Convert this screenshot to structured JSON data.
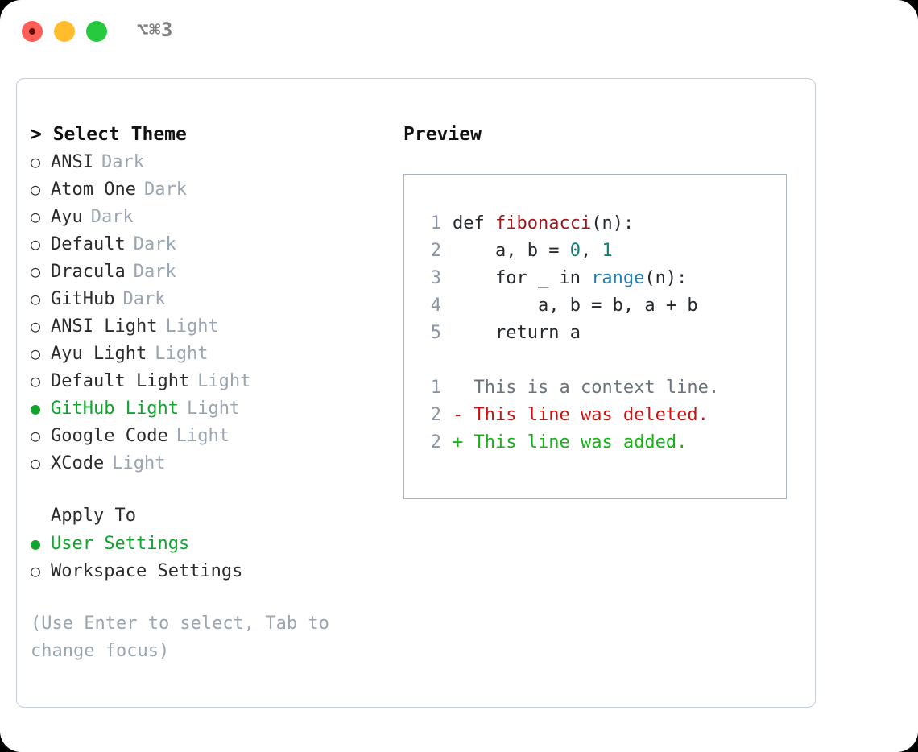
{
  "titlebar": {
    "shortcut": "⌥⌘3",
    "buttons": [
      {
        "name": "close",
        "color": "#ff5f56"
      },
      {
        "name": "minimize",
        "color": "#ffbd2e"
      },
      {
        "name": "zoom",
        "color": "#27c93f"
      }
    ]
  },
  "theme_list": {
    "header": "> Select Theme",
    "marker_selected": "●",
    "marker_unselected": "○",
    "items": [
      {
        "marker": "○",
        "name": "ANSI",
        "variant": "Dark",
        "selected": false
      },
      {
        "marker": "○",
        "name": "Atom One",
        "variant": "Dark",
        "selected": false
      },
      {
        "marker": "○",
        "name": "Ayu",
        "variant": "Dark",
        "selected": false
      },
      {
        "marker": "○",
        "name": "Default",
        "variant": "Dark",
        "selected": false
      },
      {
        "marker": "○",
        "name": "Dracula",
        "variant": "Dark",
        "selected": false
      },
      {
        "marker": "○",
        "name": "GitHub",
        "variant": "Dark",
        "selected": false
      },
      {
        "marker": "○",
        "name": "ANSI Light",
        "variant": "Light",
        "selected": false
      },
      {
        "marker": "○",
        "name": "Ayu Light",
        "variant": "Light",
        "selected": false
      },
      {
        "marker": "○",
        "name": "Default Light",
        "variant": "Light",
        "selected": false
      },
      {
        "marker": "●",
        "name": "GitHub Light",
        "variant": "Light",
        "selected": true
      },
      {
        "marker": "○",
        "name": "Google Code",
        "variant": "Light",
        "selected": false
      },
      {
        "marker": "○",
        "name": "XCode",
        "variant": "Light",
        "selected": false
      }
    ]
  },
  "apply_to": {
    "header": "Apply To",
    "items": [
      {
        "marker": "●",
        "name": "User Settings",
        "selected": true
      },
      {
        "marker": "○",
        "name": "Workspace Settings",
        "selected": false
      }
    ]
  },
  "hint": "(Use Enter to select, Tab to change focus)",
  "preview": {
    "title": "Preview",
    "code": [
      {
        "lineno": "1",
        "tokens": [
          {
            "text": "def ",
            "type": "plain"
          },
          {
            "text": "fibonacci",
            "type": "fn"
          },
          {
            "text": "(n):",
            "type": "plain"
          }
        ]
      },
      {
        "lineno": "2",
        "tokens": [
          {
            "text": "    a, b = ",
            "type": "plain"
          },
          {
            "text": "0",
            "type": "num"
          },
          {
            "text": ", ",
            "type": "plain"
          },
          {
            "text": "1",
            "type": "num"
          }
        ]
      },
      {
        "lineno": "3",
        "tokens": [
          {
            "text": "    for _ in ",
            "type": "plain"
          },
          {
            "text": "range",
            "type": "call"
          },
          {
            "text": "(n):",
            "type": "plain"
          }
        ]
      },
      {
        "lineno": "4",
        "tokens": [
          {
            "text": "        a, b = b, a + b",
            "type": "plain"
          }
        ]
      },
      {
        "lineno": "5",
        "tokens": [
          {
            "text": "    return a",
            "type": "plain"
          }
        ]
      }
    ],
    "diff": [
      {
        "lineno": "1",
        "sign": " ",
        "text": "This is a context line.",
        "type": "context"
      },
      {
        "lineno": "2",
        "sign": "-",
        "text": "This line was deleted.",
        "type": "deleted"
      },
      {
        "lineno": "2",
        "sign": "+",
        "text": "This line was added.",
        "type": "added"
      }
    ]
  },
  "colors": {
    "accent_selected": "#11a52e",
    "muted_text": "#9aa5b1",
    "lineno": "#8a96a3",
    "function": "#a1161c",
    "number": "#0f7f76",
    "call": "#1d7fb8",
    "diff_added": "#19b319",
    "diff_deleted": "#cc1111",
    "border": "#c4cdd6",
    "preview_border": "#a8b5c0"
  }
}
